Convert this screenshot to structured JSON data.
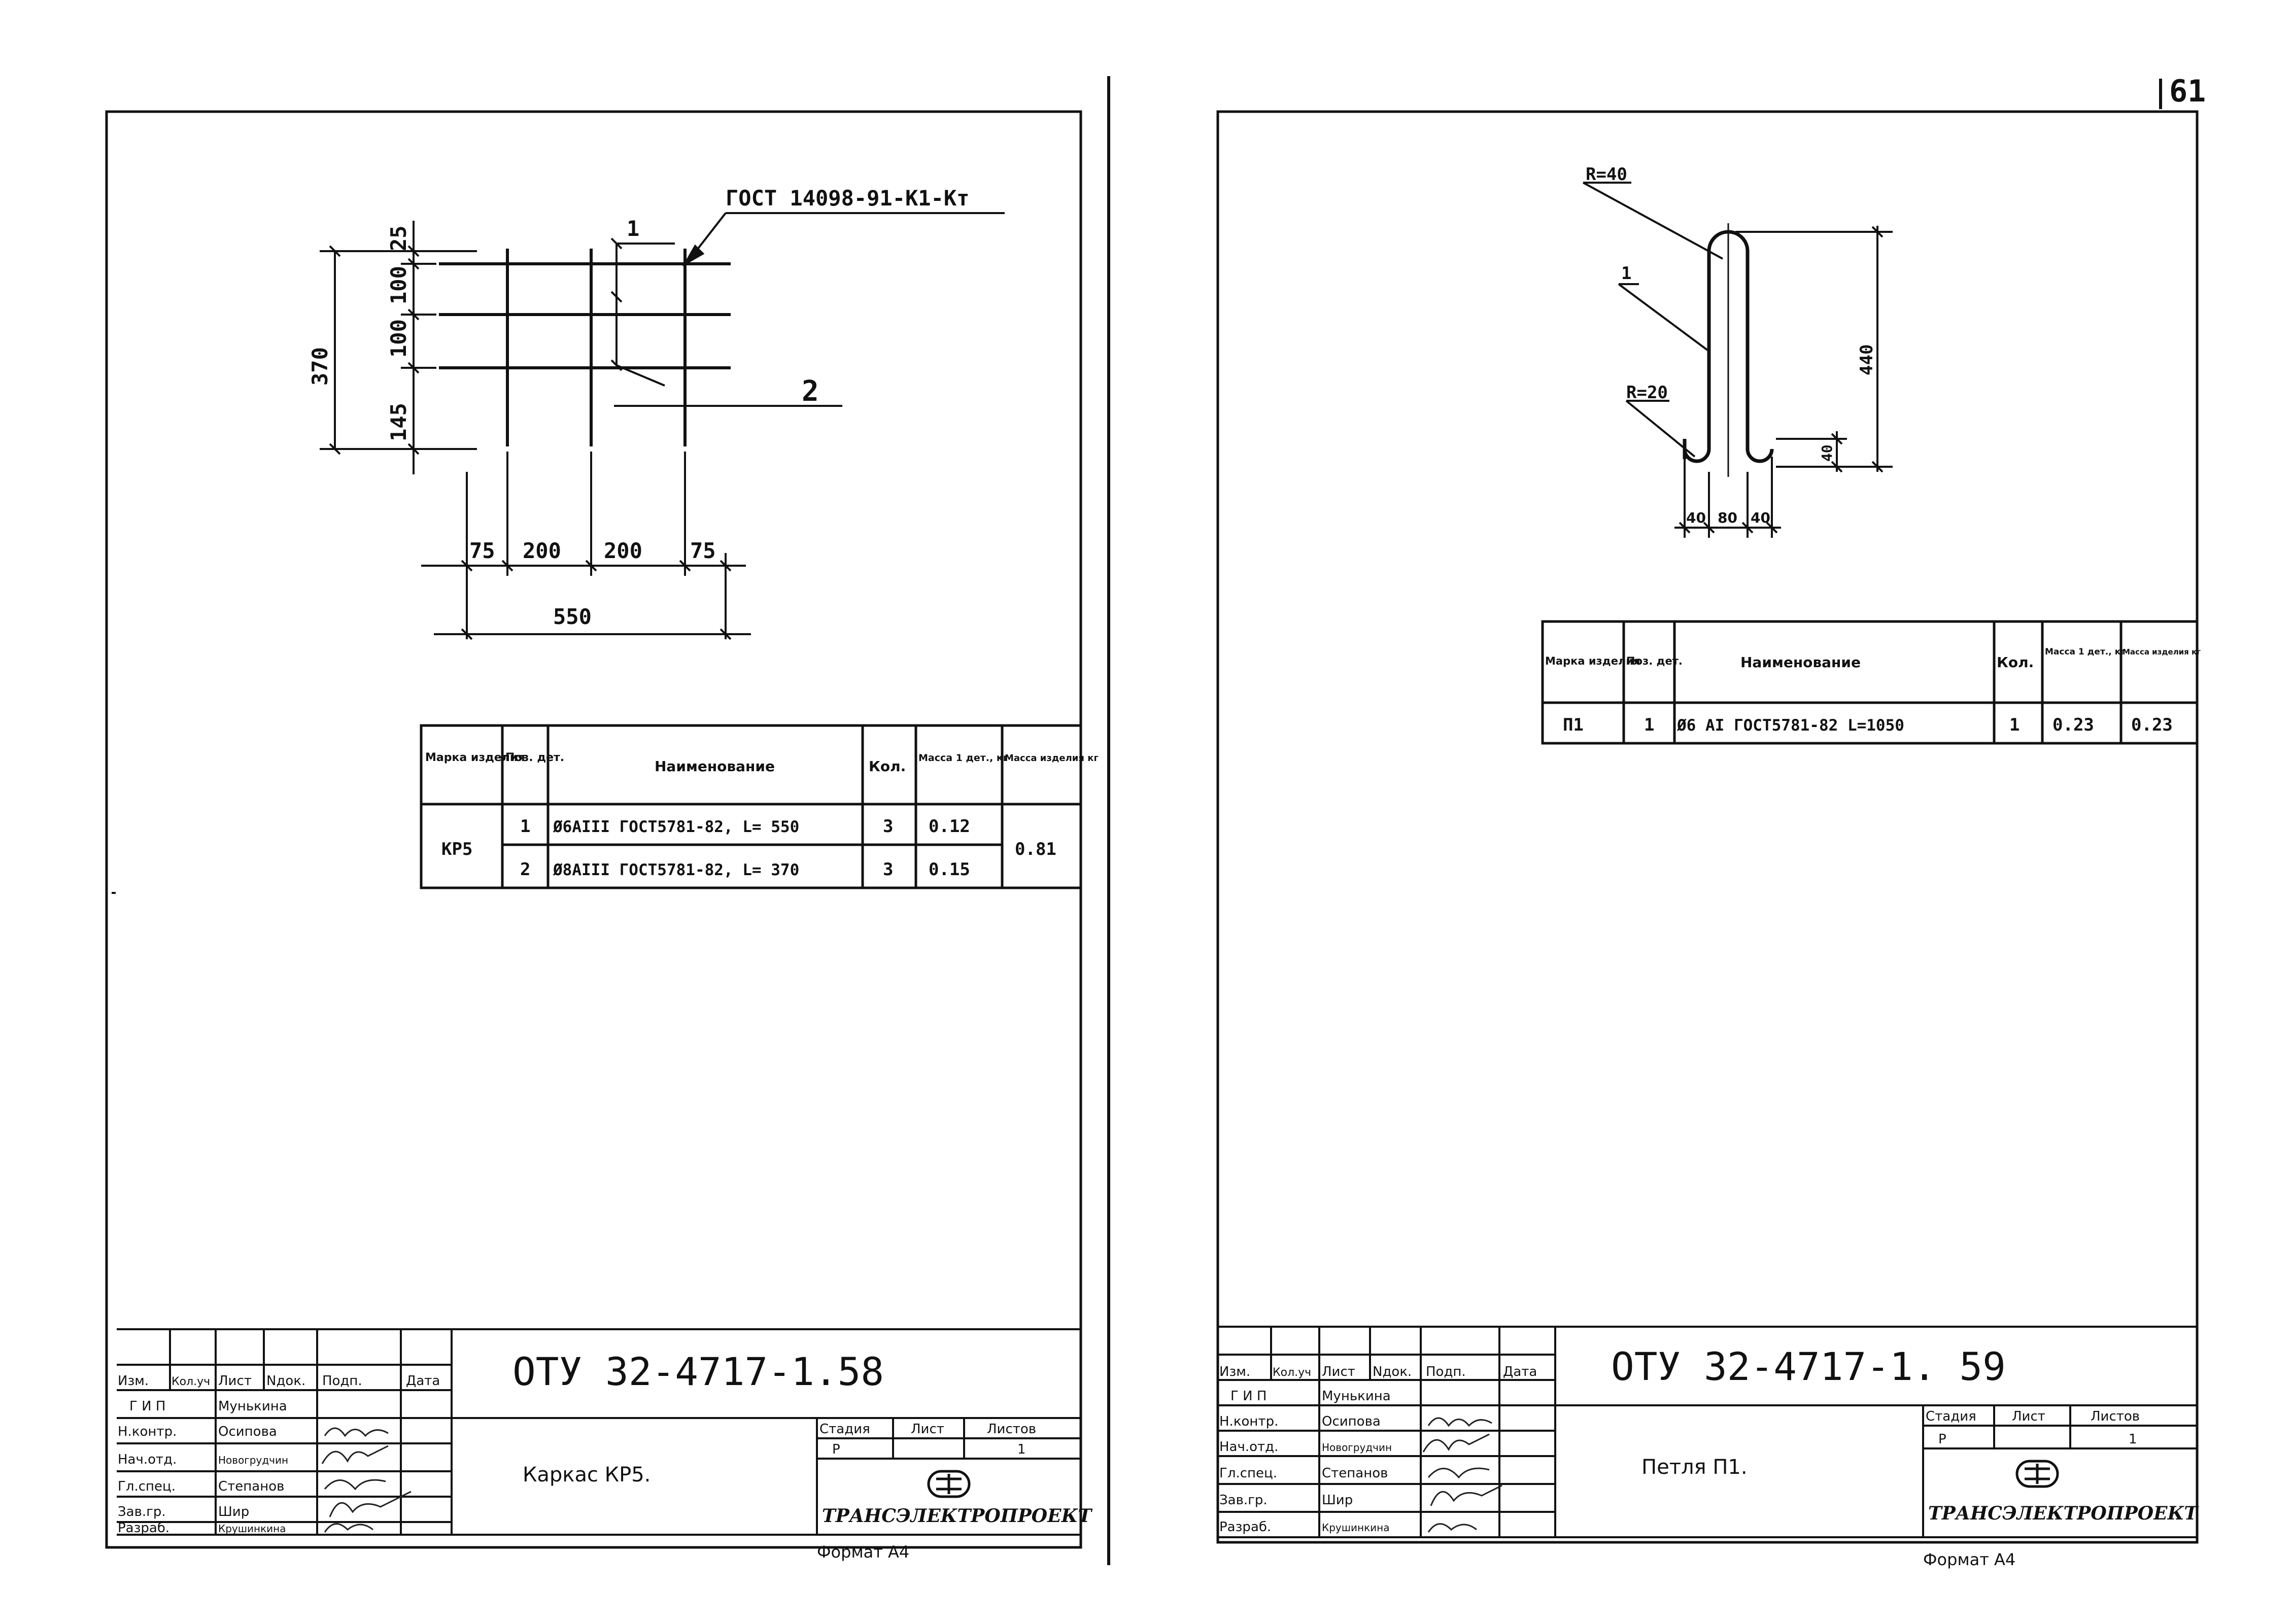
{
  "page_number": "61",
  "left_sheet": {
    "callout": "ГОСТ 14098-91-К1-Кт",
    "pos_1": "1",
    "pos_2": "2",
    "dims_vertical": [
      "25",
      "100",
      "100",
      "145"
    ],
    "dim_total_h": "370",
    "dims_horizontal": [
      "75",
      "200",
      "200",
      "75"
    ],
    "dim_total_w": "550",
    "spec": {
      "headers": [
        "Марка изделия",
        "Поз. дет.",
        "Наименование",
        "Кол.",
        "Масса 1 дет., кг",
        "Масса изделия кг"
      ],
      "mark": "КР5",
      "rows": [
        {
          "pos": "1",
          "name": "Ø6АIII ГОСТ5781-82, L= 550",
          "qty": "3",
          "mass": "0.12"
        },
        {
          "pos": "2",
          "name": "Ø8АIII ГОСТ5781-82, L= 370",
          "qty": "3",
          "mass": "0.15"
        }
      ],
      "total_mass": "0.81"
    },
    "stamp": {
      "doc_code": "ОТУ 32-4717-1.58",
      "title": "Каркас КР5.",
      "stage": "Р",
      "sheets": "1"
    }
  },
  "right_sheet": {
    "label_r40": "R=40",
    "label_pos1": "1",
    "label_r20": "R=20",
    "dim_height": "440",
    "dim_foot": "40",
    "dims_bottom": [
      "40",
      "80",
      "40"
    ],
    "spec": {
      "headers": [
        "Марка изделия",
        "Поз. дет.",
        "Наименование",
        "Кол.",
        "Масса 1 дет., кг",
        "Масса изделия кг"
      ],
      "row": {
        "mark": "П1",
        "pos": "1",
        "name": "Ø6 АI ГОСТ5781-82   L=1050",
        "qty": "1",
        "mass": "0.23",
        "total": "0.23"
      }
    },
    "stamp": {
      "doc_code": "ОТУ 32-4717-1. 59",
      "title": "Петля П1.",
      "stage": "Р",
      "sheets": "1"
    }
  },
  "stamp_common": {
    "col_headers": [
      "Изм.",
      "Кол.уч",
      "Лист",
      "Nдок.",
      "Подп.",
      "Дата"
    ],
    "roles": [
      "Г И П",
      "Н.контр.",
      "Нач.отд.",
      "Гл.спец.",
      "Зав.гр.",
      "Разраб."
    ],
    "names": [
      "Мунькина",
      "Осипова",
      "Новогрудчин",
      "Степанов",
      "Шир",
      "Крушинкина"
    ],
    "stage_headers": [
      "Стадия",
      "Лист",
      "Листов"
    ],
    "org": "ТРАНСЭЛЕКТРОПРОЕКТ",
    "format": "Формат А4"
  }
}
